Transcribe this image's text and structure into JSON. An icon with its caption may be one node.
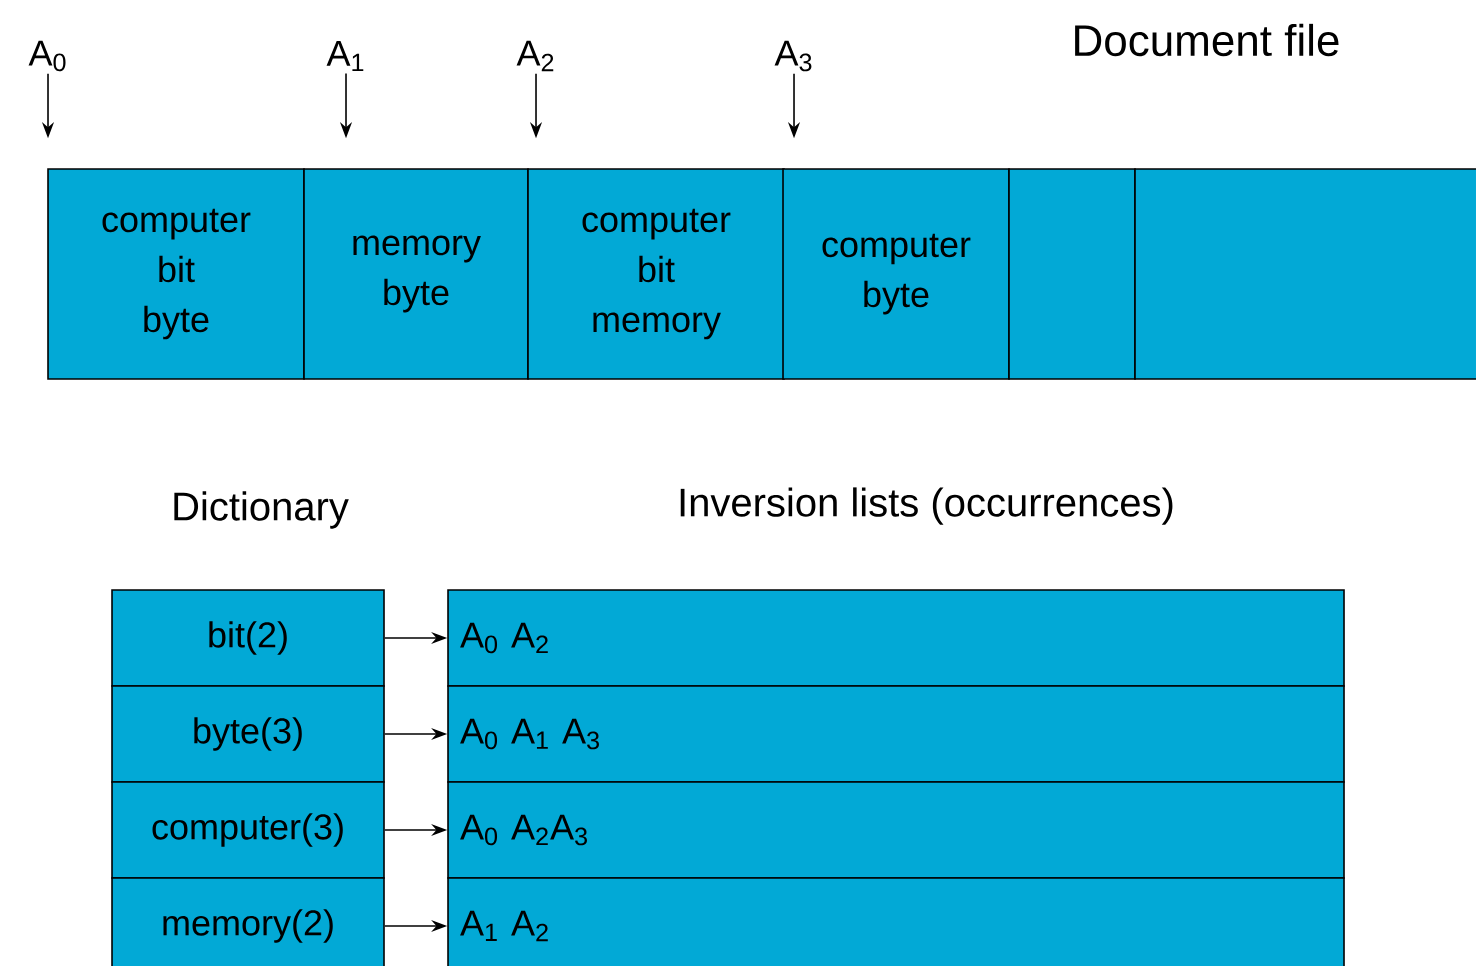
{
  "diagram": {
    "nodes": [
      {
        "text": [
          "A$_{0}$"
        ]
      },
      {
        "text": [
          "A$_{1}$"
        ]
      },
      {
        "text": [
          "A$_{2}$"
        ]
      },
      {
        "text": [
          "A$_{3}$"
        ]
      },
      {
        "text": [
          "computer bit byte"
        ]
      },
      {
        "text": [
          "memory byte"
        ]
      },
      {
        "text": [
          "computer bit memory"
        ]
      },
      {
        "text": [
          "computer byte"
        ]
      },
      {
        "text": [],
        "shape": "box"
      },
      {
        "text": [],
        "shape": "box"
      },
      {
        "text": [
          "bit(2)"
        ]
      },
      {
        "text": [
          "A$_{0}$ A$_{2}$"
        ]
      },
      {
        "text": [
          "byte(3)"
        ]
      },
      {
        "text": [
          "A$_{0}$ A$_{1}$ A$_{3}$"
        ]
      },
      {
        "text": [
          "computer(3)"
        ]
      },
      {
        "text": [
          "A$_{0}$ A$_{2}$A$_{3}$"
        ]
      },
      {
        "text": [
          "memory(2)"
        ]
      },
      {
        "text": [
          "A$_{1}$ A$_{2}$"
        ]
      }
    ],
    "edges": [
      {
        "from": 0,
        "to": 4,
        "arrow": "to"
      },
      {
        "from": 1,
        "to": 5,
        "arrow": "to"
      },
      {
        "from": 2,
        "to": 6,
        "arrow": "to"
      },
      {
        "from": 3,
        "to": 7,
        "arrow": "to"
      },
      {
        "from": 10,
        "to": 11,
        "arrow": "to"
      },
      {
        "from": 12,
        "to": 13,
        "arrow": "to"
      },
      {
        "from": 14,
        "to": 15,
        "arrow": "to"
      },
      {
        "from": 16,
        "to": 17,
        "arrow": "to"
      }
    ],
    "labels": [
      "Document file",
      "Dictionary",
      "Inversion lists (occurrences)"
    ]
  }
}
